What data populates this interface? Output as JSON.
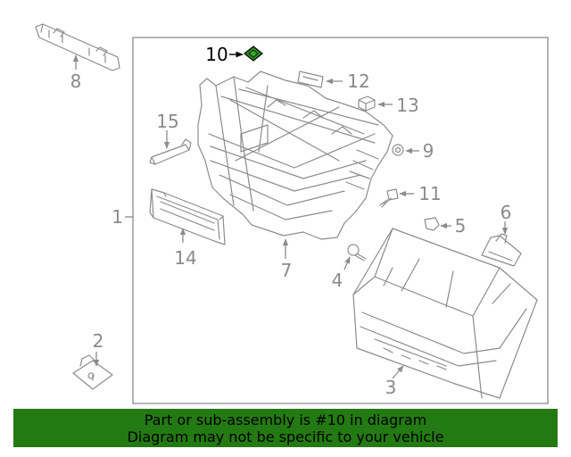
{
  "diagram": {
    "highlighted_part": "10",
    "highlight_color": "#2e8b22",
    "callouts": {
      "c1": "1",
      "c2": "2",
      "c3": "3",
      "c4": "4",
      "c5": "5",
      "c6": "6",
      "c7": "7",
      "c8": "8",
      "c9": "9",
      "c10": "10",
      "c11": "11",
      "c12": "12",
      "c13": "13",
      "c14": "14",
      "c15": "15"
    }
  },
  "banner": {
    "line1": "Part or sub-assembly is #10 in diagram",
    "line2": "Diagram may not be specific to your vehicle",
    "background": "#237a12"
  }
}
